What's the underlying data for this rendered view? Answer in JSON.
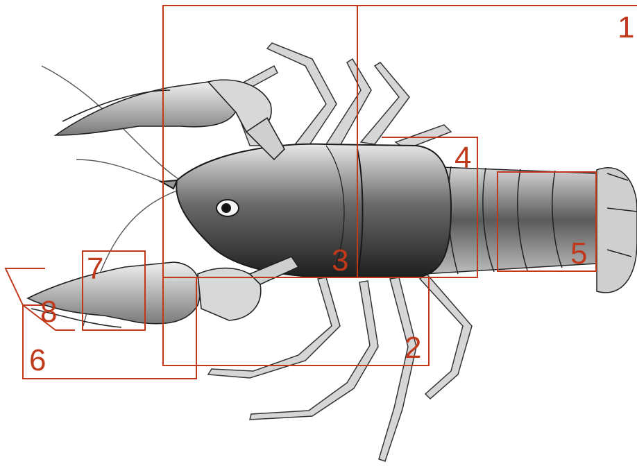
{
  "figure": {
    "accent_color": "#c0391b",
    "subject": "crayfish-illustration",
    "labels": [
      "1",
      "2",
      "3",
      "4",
      "5",
      "6",
      "7",
      "8"
    ]
  }
}
